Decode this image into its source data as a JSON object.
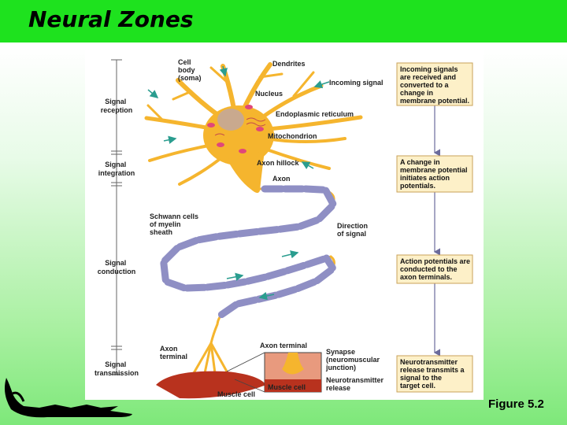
{
  "title": "Neural Zones",
  "figure_label": "Figure 5.2",
  "stages": {
    "reception": [
      "Signal",
      "reception"
    ],
    "integration": [
      "Signal",
      "integration"
    ],
    "conduction": [
      "Signal",
      "conduction"
    ],
    "transmission": [
      "Signal",
      "transmission"
    ]
  },
  "labels": {
    "cell_body": [
      "Cell",
      "body",
      "(soma)"
    ],
    "dendrites": "Dendrites",
    "incoming_signal": "Incoming signal",
    "nucleus": "Nucleus",
    "er": "Endoplasmic reticulum",
    "mitochondrion": "Mitochondrion",
    "axon_hillock": "Axon hillock",
    "axon": "Axon",
    "schwann": [
      "Schwann cells",
      "of myelin",
      "sheath"
    ],
    "direction": [
      "Direction",
      "of signal"
    ],
    "axon_terminal_left": [
      "Axon",
      "terminal"
    ],
    "axon_terminal_inset": "Axon terminal",
    "synapse": [
      "Synapse",
      "(neuromuscular",
      "junction)"
    ],
    "neurotransmitter": [
      "Neurotransmitter",
      "release"
    ],
    "muscle_cell": "Muscle cell",
    "muscle_cell_inset": "Muscle cell"
  },
  "boxes": [
    [
      "Incoming signals",
      "are received and",
      "converted to a",
      "change in",
      "membrane potential."
    ],
    [
      "A change in",
      "membrane  potential",
      "initiates action",
      "potentials."
    ],
    [
      "Action potentials are",
      "conducted to the",
      "axon terminals."
    ],
    [
      "Neurotransmitter",
      "release transmits a",
      "signal to the",
      "target cell."
    ]
  ],
  "colors": {
    "title_bar": "#1ee21e",
    "neuron": "#f5b52e",
    "myelin": "#8f8fc4",
    "box_fill": "#fdf0c8",
    "box_border": "#c9a25a",
    "muscle": "#b8321e"
  }
}
